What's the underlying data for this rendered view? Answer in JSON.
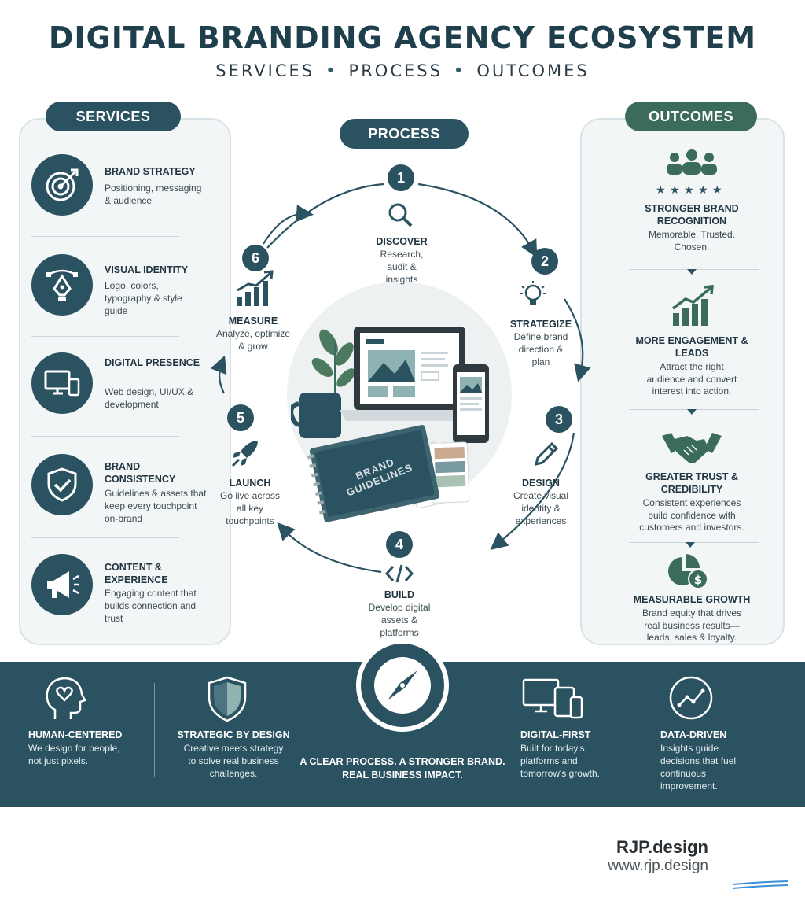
{
  "header": {
    "title": "DIGITAL BRANDING AGENCY ECOSYSTEM",
    "subtitle_parts": [
      "SERVICES",
      "PROCESS",
      "OUTCOMES"
    ]
  },
  "services": {
    "label": "SERVICES",
    "items": [
      {
        "name": "BRAND STRATEGY",
        "desc": "Positioning, messaging & audience",
        "icon": "target-icon"
      },
      {
        "name": "VISUAL IDENTITY",
        "desc": "Logo, colors, typography & style guide",
        "icon": "pen-tool-icon"
      },
      {
        "name": "DIGITAL PRESENCE",
        "desc": "Web design, UI/UX & development",
        "icon": "devices-icon"
      },
      {
        "name": "BRAND CONSISTENCY",
        "desc": "Guidelines & assets that keep every touchpoint on-brand",
        "icon": "shield-check-icon"
      },
      {
        "name": "CONTENT & EXPERIENCE",
        "desc": "Engaging content that builds connection and trust",
        "icon": "megaphone-icon"
      }
    ]
  },
  "process": {
    "label": "PROCESS",
    "steps": [
      {
        "num": "1",
        "name": "DISCOVER",
        "desc": "Research, audit & insights",
        "icon": "magnifier-icon"
      },
      {
        "num": "2",
        "name": "STRATEGIZE",
        "desc": "Define brand direction & plan",
        "icon": "lightbulb-icon"
      },
      {
        "num": "3",
        "name": "DESIGN",
        "desc": "Create visual identity & experiences",
        "icon": "pencil-icon"
      },
      {
        "num": "4",
        "name": "BUILD",
        "desc": "Develop digital assets & platforms",
        "icon": "code-icon"
      },
      {
        "num": "5",
        "name": "LAUNCH",
        "desc": "Go live across all key touchpoints",
        "icon": "rocket-icon"
      },
      {
        "num": "6",
        "name": "MEASURE",
        "desc": "Analyze, optimize & grow",
        "icon": "growth-chart-icon"
      }
    ],
    "center_book_text": "BRAND GUIDELINES"
  },
  "outcomes": {
    "label": "OUTCOMES",
    "items": [
      {
        "name": "STRONGER BRAND RECOGNITION",
        "desc": "Memorable. Trusted. Chosen.",
        "icon": "people-stars-icon"
      },
      {
        "name": "MORE ENGAGEMENT & LEADS",
        "desc": "Attract the right audience and convert interest into action.",
        "icon": "bar-chart-up-icon"
      },
      {
        "name": "GREATER TRUST & CREDIBILITY",
        "desc": "Consistent experiences build confidence with customers and investors.",
        "icon": "handshake-icon"
      },
      {
        "name": "MEASURABLE GROWTH",
        "desc": "Brand equity that drives real business results— leads, sales & loyalty.",
        "icon": "pie-dollar-icon"
      }
    ]
  },
  "pillars": [
    {
      "name": "HUMAN-CENTERED",
      "desc": "We design for people, not just pixels.",
      "icon": "head-heart-icon"
    },
    {
      "name": "STRATEGIC BY DESIGN",
      "desc": "Creative meets strategy to solve real business challenges.",
      "icon": "shield-icon"
    },
    {
      "name": "DIGITAL-FIRST",
      "desc": "Built for today's platforms and tomorrow's growth.",
      "icon": "devices-icon"
    },
    {
      "name": "DATA-DRIVEN",
      "desc": "Insights guide decisions that fuel continuous improvement.",
      "icon": "chart-circle-icon"
    }
  ],
  "tagline": "A CLEAR PROCESS. A STRONGER BRAND. REAL BUSINESS IMPACT.",
  "brand": {
    "name": "RJP.design",
    "url": "www.rjp.design"
  },
  "colors": {
    "primary": "#2b5261",
    "accent": "#3b6b5d",
    "panel": "#f3f6f7",
    "band": "#2b5261"
  }
}
